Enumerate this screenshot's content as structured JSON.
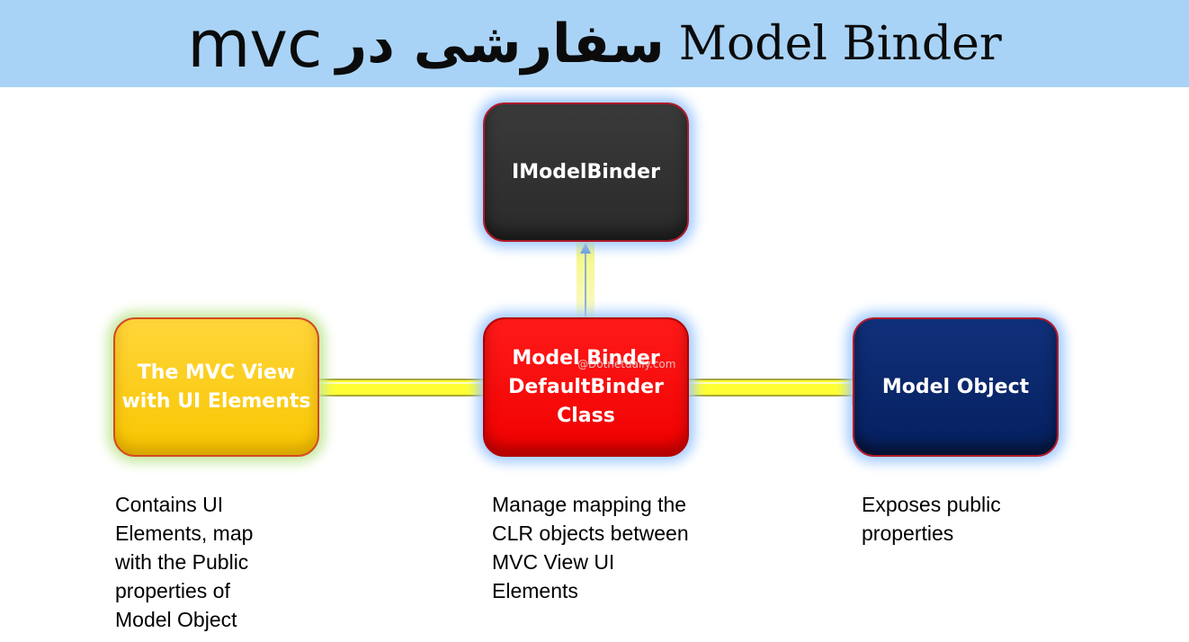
{
  "title": {
    "mvc": "mvc",
    "persian": "سفارشی در",
    "model_binder": "Model Binder"
  },
  "nodes": {
    "imodelbinder": "IModelBinder",
    "mvc_view": "The MVC View\nwith UI Elements",
    "model_binder": "Model Binder\nDefaultBinder\nClass",
    "model_object": "Model Object"
  },
  "descriptions": {
    "mvc_view": "Contains UI\nElements, map\nwith the Public\nproperties of\nModel Object",
    "model_binder": "Manage mapping the\nCLR objects between\nMVC View UI\nElements",
    "model_object": "Exposes public\nproperties"
  },
  "watermark": "@Dotnetdaily.com",
  "colors": {
    "title_bar": "#a9d3f6",
    "imodelbinder_box": "#2e2e2e",
    "mvc_view_box": "#fcd116",
    "model_binder_box": "#ff0000",
    "model_object_box": "#08266a",
    "arrow_fill": "#ffff33"
  }
}
